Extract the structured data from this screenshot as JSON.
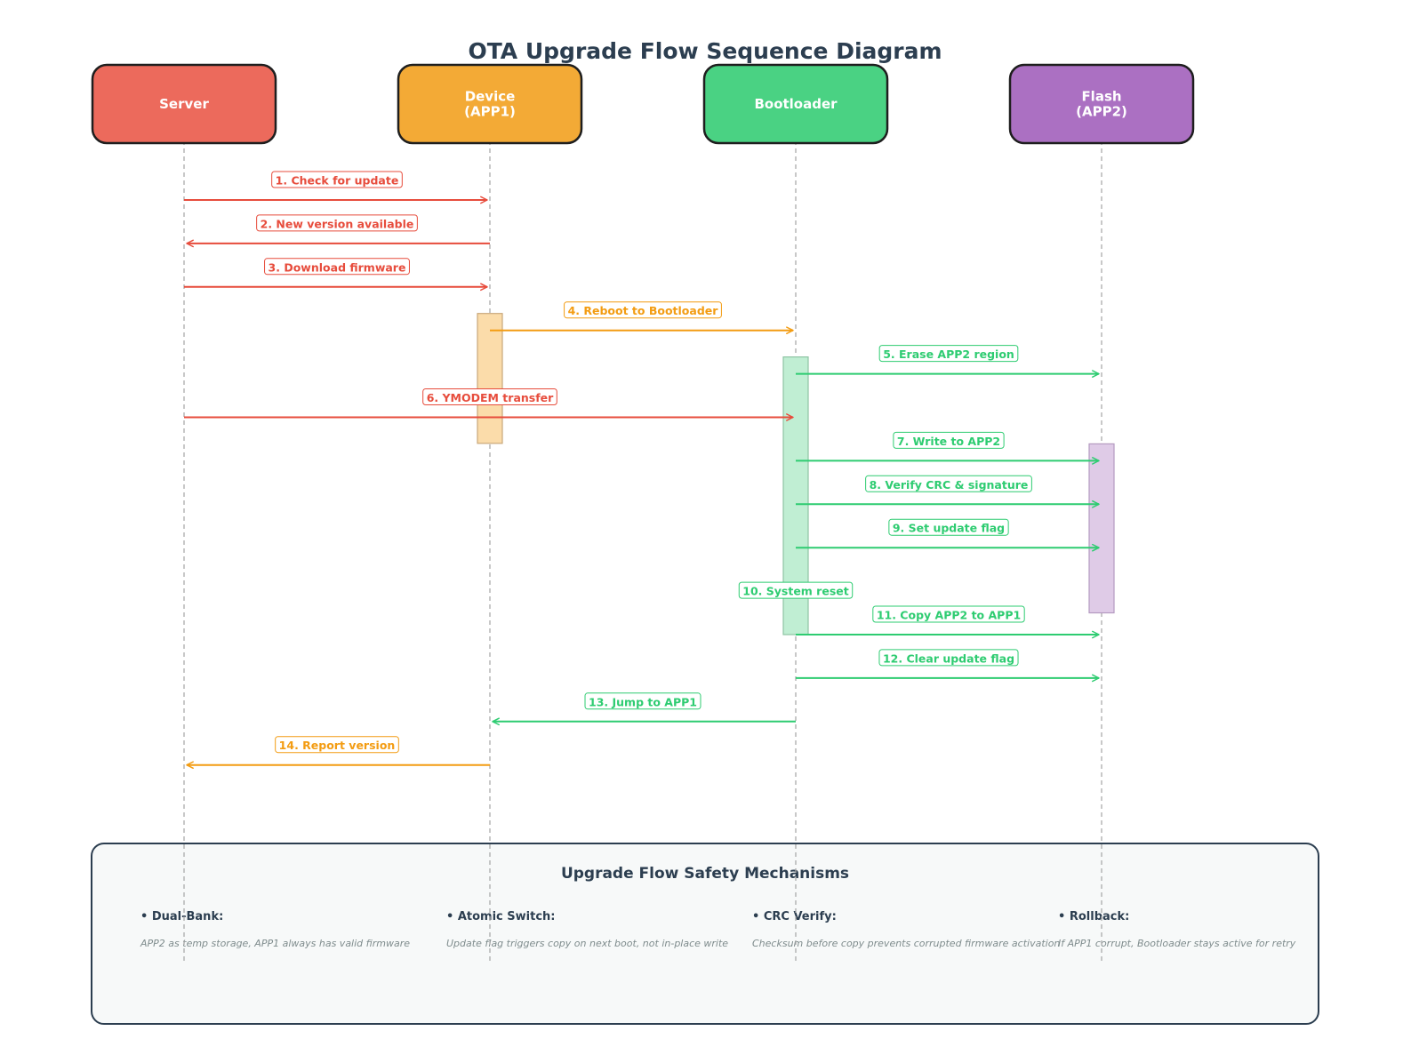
{
  "title": "OTA Upgrade Flow Sequence Diagram",
  "colors": {
    "red": "#e74c3c",
    "orange": "#f39c12",
    "green": "#2ecc71",
    "purple": "#9b59b6",
    "dark": "#2c3e50",
    "lifeline": "#aaaaaa"
  },
  "actors": [
    {
      "id": "server",
      "lines": [
        "Server"
      ],
      "fill": "#ec6a5c"
    },
    {
      "id": "device",
      "lines": [
        "Device",
        "(APP1)"
      ],
      "fill": "#f3aa36"
    },
    {
      "id": "bootloader",
      "lines": [
        "Bootloader"
      ],
      "fill": "#4ad283"
    },
    {
      "id": "flash",
      "lines": [
        "Flash",
        "(APP2)"
      ],
      "fill": "#ab70c2"
    }
  ],
  "activations": [
    {
      "actor": 1,
      "from_step": 4,
      "to_step": 6.6,
      "fill": "#fbdcaa",
      "stroke": "#c9a77a"
    },
    {
      "actor": 2,
      "from_step": 5,
      "to_step": 11,
      "fill": "#c0eed3",
      "stroke": "#8fc4a4"
    },
    {
      "actor": 3,
      "from_step": 7,
      "to_step": 10.5,
      "fill": "#dfcbe7",
      "stroke": "#b49ac0"
    }
  ],
  "messages": [
    {
      "label": "1. Check for update",
      "from": 0,
      "to": 1,
      "color": "#e74c3c"
    },
    {
      "label": "2. New version available",
      "from": 1,
      "to": 0,
      "color": "#e74c3c"
    },
    {
      "label": "3. Download firmware",
      "from": 0,
      "to": 1,
      "color": "#e74c3c"
    },
    {
      "label": "4. Reboot to Bootloader",
      "from": 1,
      "to": 2,
      "color": "#f39c12"
    },
    {
      "label": "5. Erase APP2 region",
      "from": 2,
      "to": 3,
      "color": "#2ecc71"
    },
    {
      "label": "6. YMODEM transfer",
      "from": 0,
      "to": 2,
      "color": "#e74c3c"
    },
    {
      "label": "7. Write to APP2",
      "from": 2,
      "to": 3,
      "color": "#2ecc71"
    },
    {
      "label": "8. Verify CRC & signature",
      "from": 2,
      "to": 3,
      "color": "#2ecc71"
    },
    {
      "label": "9. Set update flag",
      "from": 2,
      "to": 3,
      "color": "#2ecc71"
    },
    {
      "label": "10. System reset",
      "from": 2,
      "to": 2,
      "color": "#2ecc71"
    },
    {
      "label": "11. Copy APP2 to APP1",
      "from": 2,
      "to": 3,
      "color": "#2ecc71"
    },
    {
      "label": "12. Clear update flag",
      "from": 2,
      "to": 3,
      "color": "#2ecc71"
    },
    {
      "label": "13. Jump to APP1",
      "from": 2,
      "to": 1,
      "color": "#2ecc71"
    },
    {
      "label": "14. Report version",
      "from": 1,
      "to": 0,
      "color": "#f39c12"
    }
  ],
  "note": {
    "title": "Upgrade Flow Safety Mechanisms",
    "items": [
      {
        "heading": "• Dual-Bank:",
        "text": "APP2 as temp storage, APP1 always has valid firmware"
      },
      {
        "heading": "• Atomic Switch:",
        "text": "Update flag triggers copy on next boot, not in-place write"
      },
      {
        "heading": "• CRC Verify:",
        "text": "Checksum before copy prevents corrupted firmware activation"
      },
      {
        "heading": "• Rollback:",
        "text": "If APP1 corrupt, Bootloader stays active for retry"
      }
    ]
  }
}
